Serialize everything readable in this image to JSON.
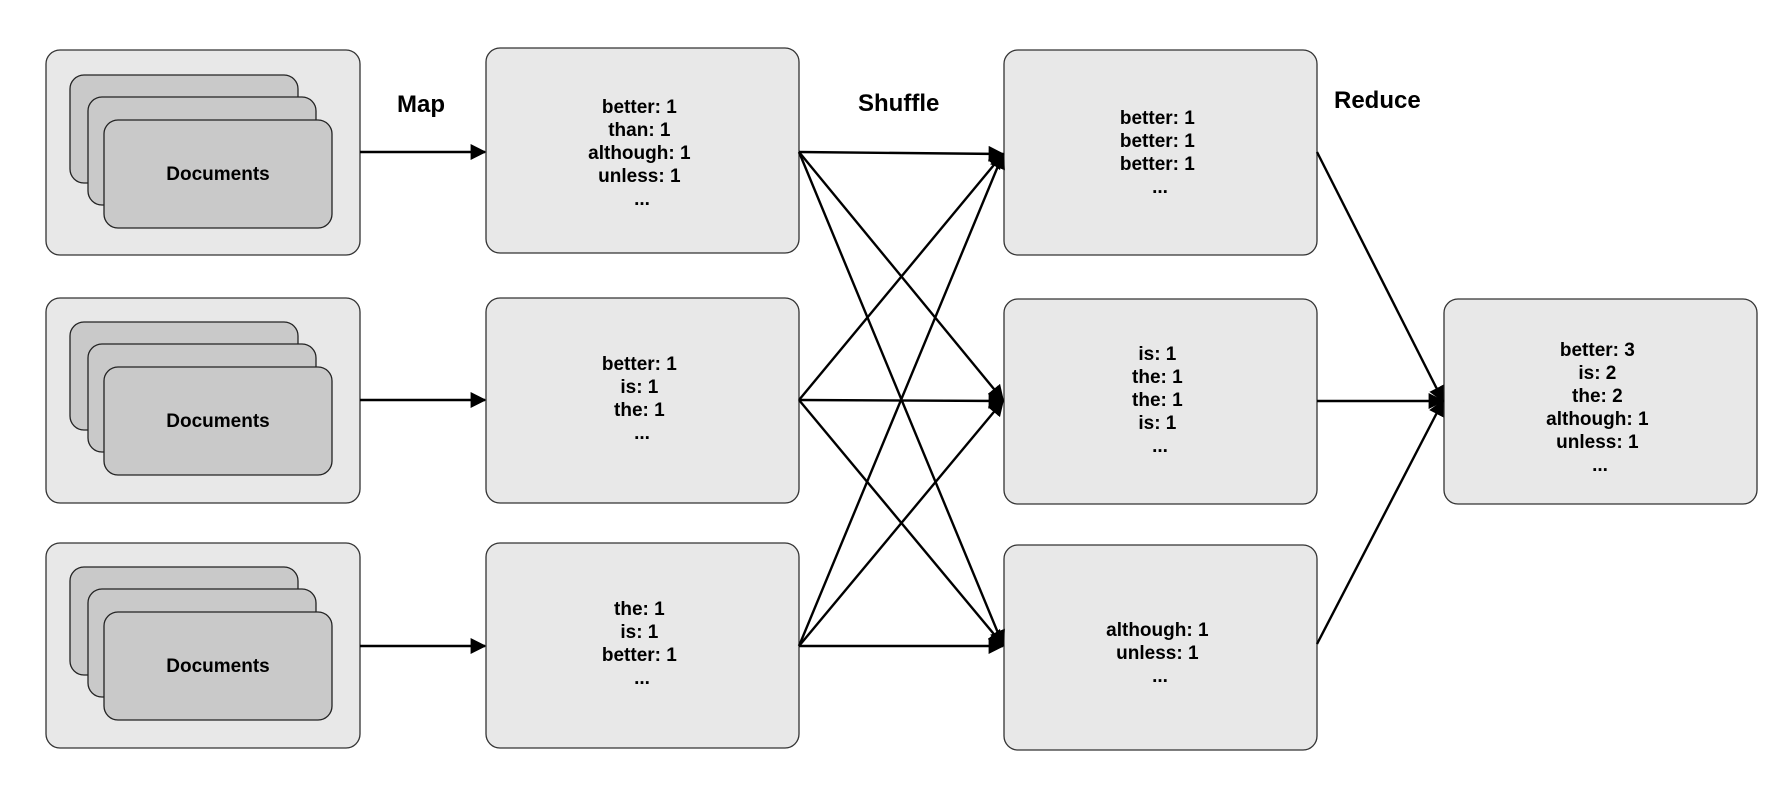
{
  "stages": {
    "map": "Map",
    "shuffle": "Shuffle",
    "reduce": "Reduce"
  },
  "inputs": [
    {
      "label": "Documents"
    },
    {
      "label": "Documents"
    },
    {
      "label": "Documents"
    }
  ],
  "mappers": [
    {
      "lines": [
        "better: 1",
        "than: 1",
        "although: 1",
        "unless: 1",
        "..."
      ]
    },
    {
      "lines": [
        "better: 1",
        "is: 1",
        "the: 1",
        "..."
      ]
    },
    {
      "lines": [
        "the: 1",
        "is: 1",
        "better: 1",
        "..."
      ]
    }
  ],
  "shuffled": [
    {
      "lines": [
        "better: 1",
        "better: 1",
        "better: 1",
        "..."
      ]
    },
    {
      "lines": [
        "is: 1",
        "the: 1",
        "the: 1",
        "is: 1",
        "..."
      ]
    },
    {
      "lines": [
        "although: 1",
        "unless: 1",
        "..."
      ]
    }
  ],
  "result": {
    "lines": [
      "better: 3",
      "is: 2",
      "the: 2",
      "although: 1",
      "unless: 1",
      "..."
    ]
  }
}
